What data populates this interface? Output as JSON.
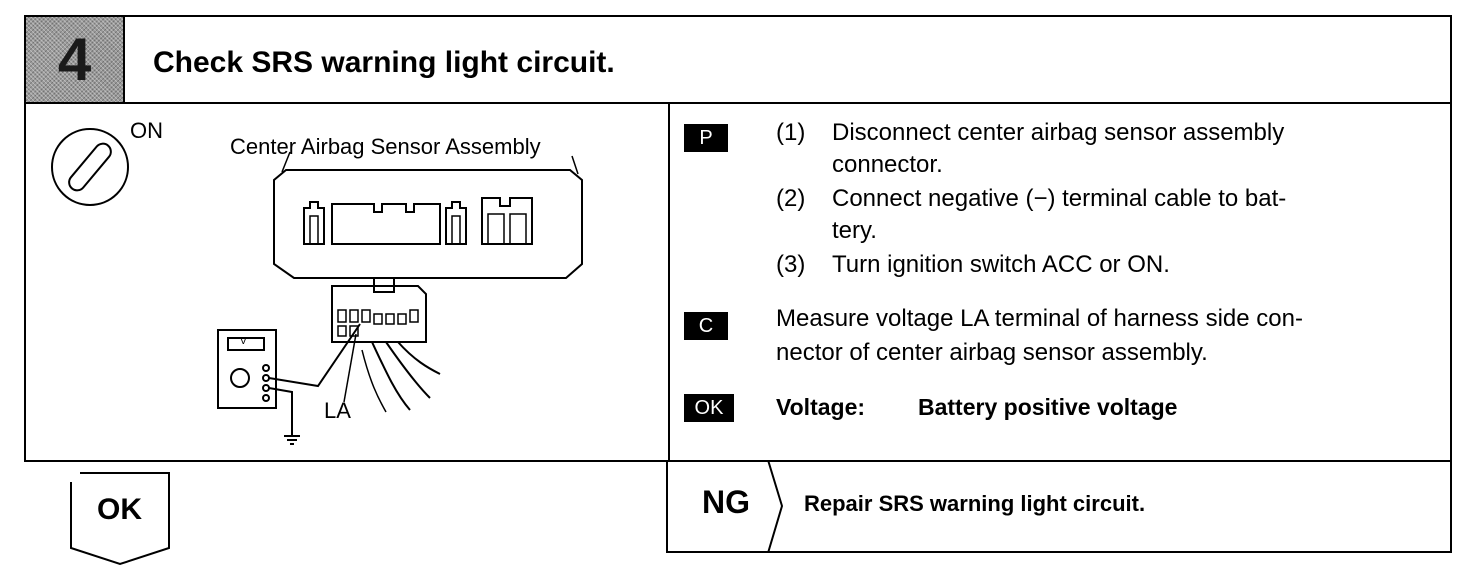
{
  "header": {
    "step_number": "4",
    "title": "Check SRS warning light circuit."
  },
  "diagram": {
    "switch_label": "ON",
    "assembly_label": "Center Airbag Sensor Assembly",
    "meter_label": "V",
    "terminal_label": "LA"
  },
  "procedure": {
    "prep_badge": "P",
    "prep_steps": [
      {
        "num": "(1)",
        "lines": [
          "Disconnect  center  airbag  sensor  assembly",
          "connector."
        ]
      },
      {
        "num": "(2)",
        "lines": [
          "Connect  negative  (−)  terminal  cable  to  bat-",
          "tery."
        ]
      },
      {
        "num": "(3)",
        "lines": [
          "Turn ignition switch ACC or ON."
        ]
      }
    ],
    "check_badge": "C",
    "check_lines": [
      "Measure voltage LA terminal of harness side con-",
      "nector of center airbag sensor assembly."
    ],
    "ok_badge": "OK",
    "ok_label": "Voltage:",
    "ok_value": "Battery positive voltage"
  },
  "footer": {
    "ok_label": "OK",
    "ng_label": "NG",
    "ng_action": "Repair SRS warning light circuit."
  }
}
